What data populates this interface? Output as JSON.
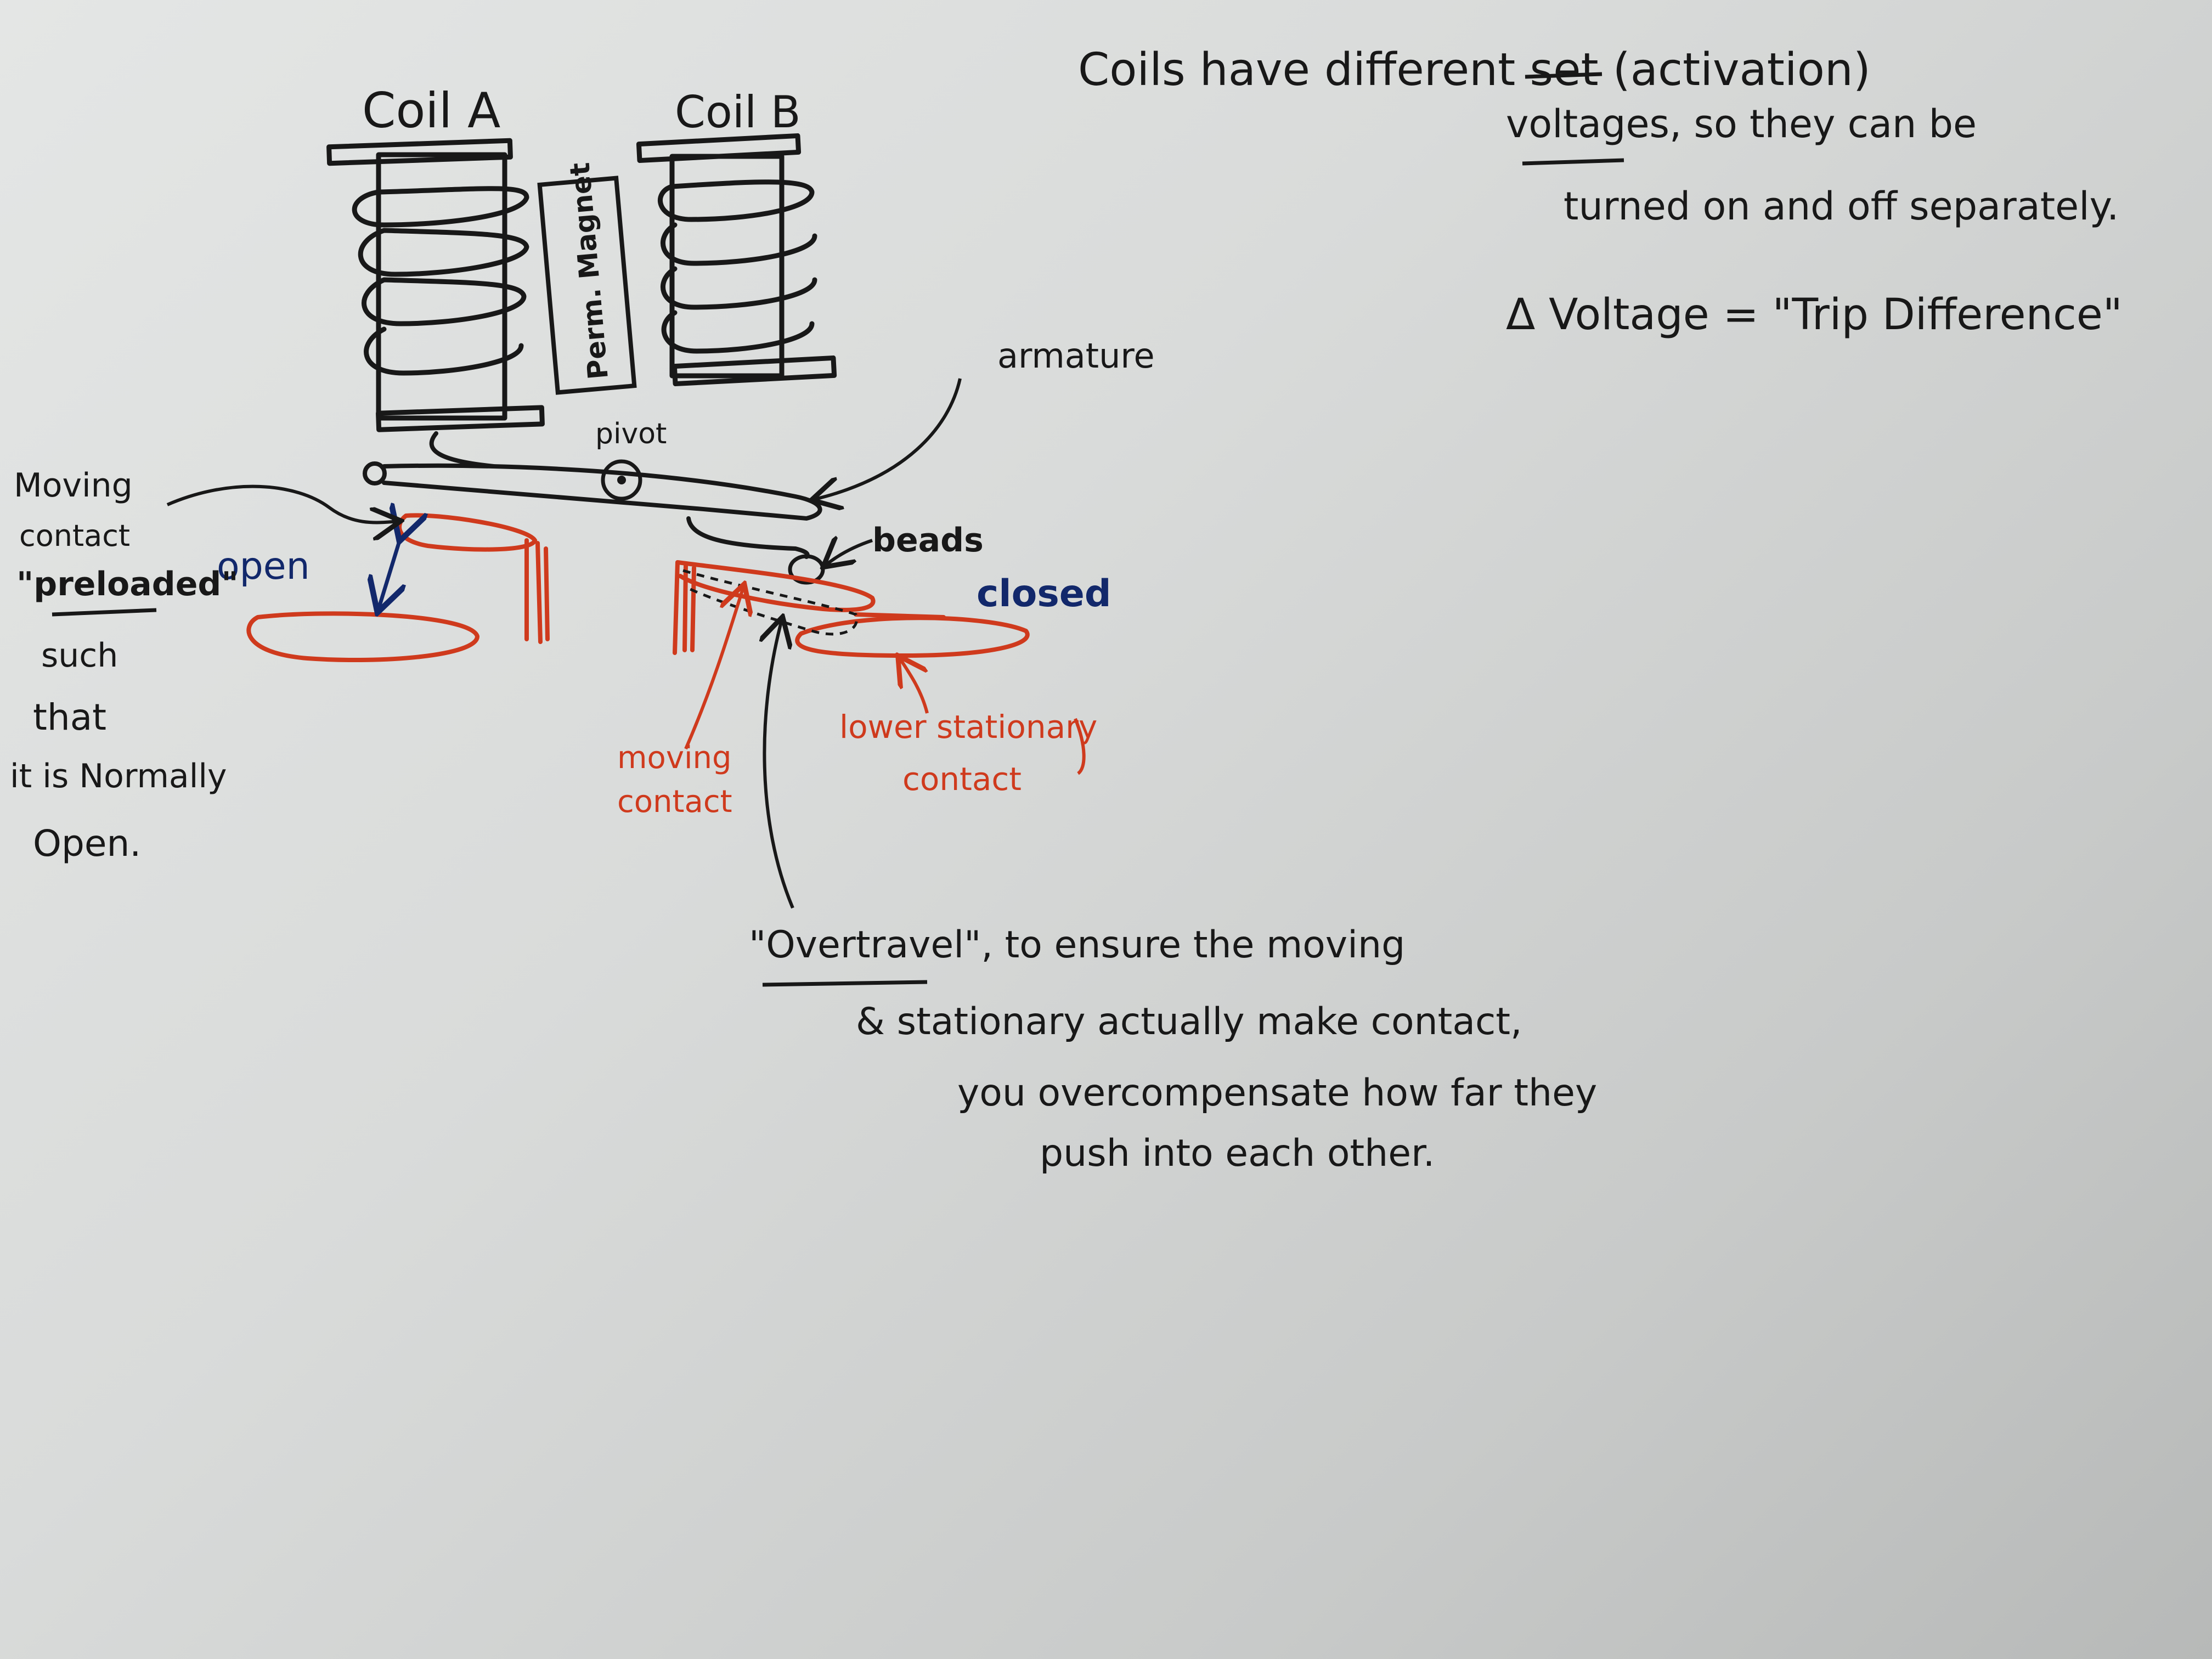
{
  "colors": {
    "black_ink": "#181818",
    "red_ink": "#cf3a1d",
    "blue_ink": "#12286b",
    "board": "#dcdedd"
  },
  "labels": {
    "coil_a": "Coil A",
    "coil_b": "Coil B",
    "perm_magnet": "Perm. Magnet",
    "pivot": "pivot",
    "armature": "armature",
    "beads": "beads",
    "open": "open",
    "closed": "closed",
    "moving_contact_line1": "moving",
    "moving_contact_line2": "contact",
    "lower_stationary_line1": "lower stationary",
    "lower_stationary_line2": "contact"
  },
  "notes": {
    "left_note": [
      "Moving",
      "contact",
      "\"preloaded\"",
      "such",
      "that",
      "it is Normally",
      "Open."
    ],
    "top_right": {
      "line1": "Coils have different set (activation)",
      "line2": "voltages, so they can be",
      "line3": "turned on and off separately.",
      "equation": "Δ Voltage  =  \"Trip Difference\""
    },
    "overtravel": {
      "line1": "\"Overtravel\", to ensure the moving",
      "line2": "& stationary actually make contact,",
      "line3": "you overcompensate how far they",
      "line4": "push into each other."
    }
  }
}
